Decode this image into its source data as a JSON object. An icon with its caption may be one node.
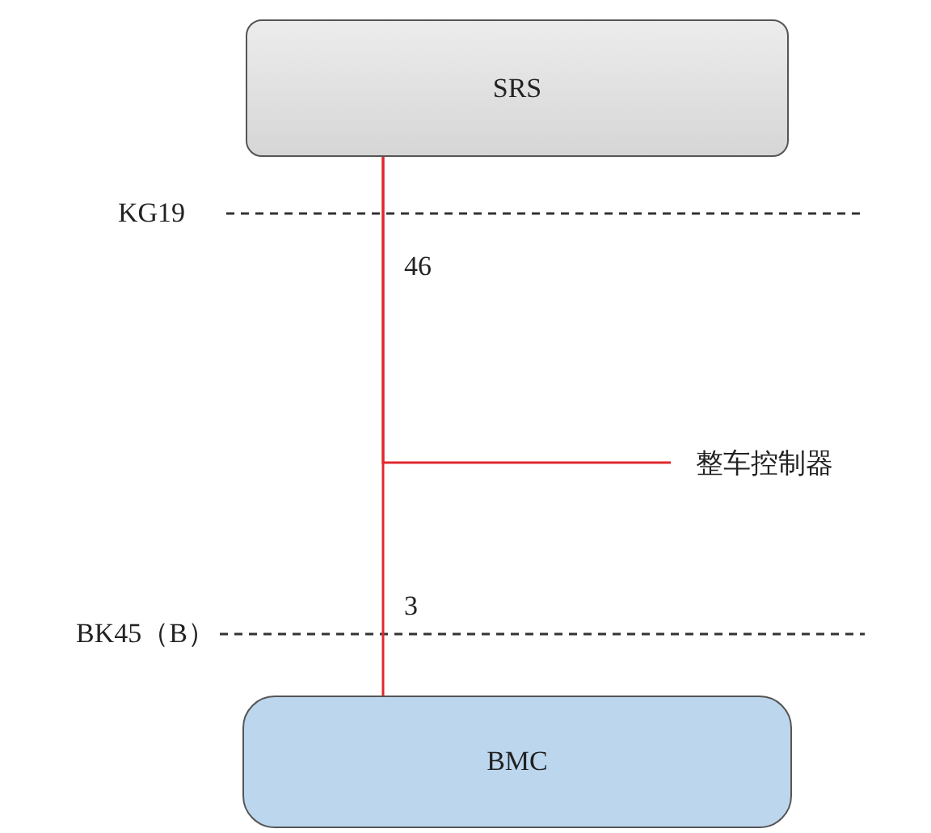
{
  "diagram": {
    "nodes": [
      {
        "text": [
          "SRS"
        ]
      },
      {
        "text": [
          "整车控制器"
        ]
      },
      {
        "text": [
          "BMC"
        ]
      }
    ],
    "edges": [
      {
        "from": 0,
        "to": 1,
        "arrow": "none"
      },
      {
        "from": 0,
        "to": 2,
        "arrow": "none"
      }
    ],
    "labels": [
      "KG19",
      "46",
      "BK45（B）",
      "3"
    ]
  }
}
